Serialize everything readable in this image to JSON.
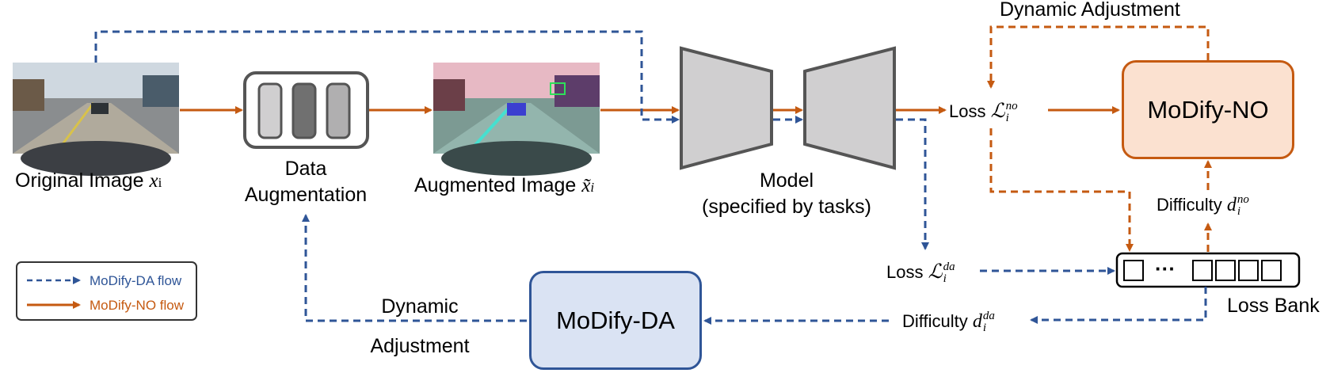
{
  "labels": {
    "original_image": "Original Image",
    "original_image_var": "x",
    "original_image_sub": "i",
    "data_augmentation_line1": "Data",
    "data_augmentation_line2": "Augmentation",
    "augmented_image": "Augmented Image",
    "augmented_image_var": "x̃",
    "augmented_image_sub": "i",
    "model_line1": "Model",
    "model_line2": "(specified by tasks)",
    "loss_word": "Loss",
    "loss_symbol": "ℒ",
    "loss_sub": "i",
    "loss_no_sup": "no",
    "loss_da_sup": "da",
    "difficulty_word": "Difficulty",
    "difficulty_symbol": "d",
    "difficulty_sub": "i",
    "difficulty_no_sup": "no",
    "difficulty_da_sup": "da",
    "dynamic_adjustment_top": "Dynamic Adjustment",
    "dynamic_adjustment_bottom_line1": "Dynamic",
    "dynamic_adjustment_bottom_line2": "Adjustment",
    "loss_bank": "Loss Bank",
    "loss_bank_ellipsis": "···"
  },
  "boxes": {
    "modify_da": "MoDify-DA",
    "modify_no": "MoDify-NO"
  },
  "legend": {
    "da_flow": "MoDify-DA flow",
    "no_flow": "MoDify-NO flow"
  },
  "colors": {
    "da_blue": "#2f5597",
    "no_orange": "#c55a11",
    "da_fill": "#dae3f3",
    "no_fill": "#fbe1d0",
    "model_fill": "#d0cfd0",
    "model_stroke": "#555555"
  }
}
